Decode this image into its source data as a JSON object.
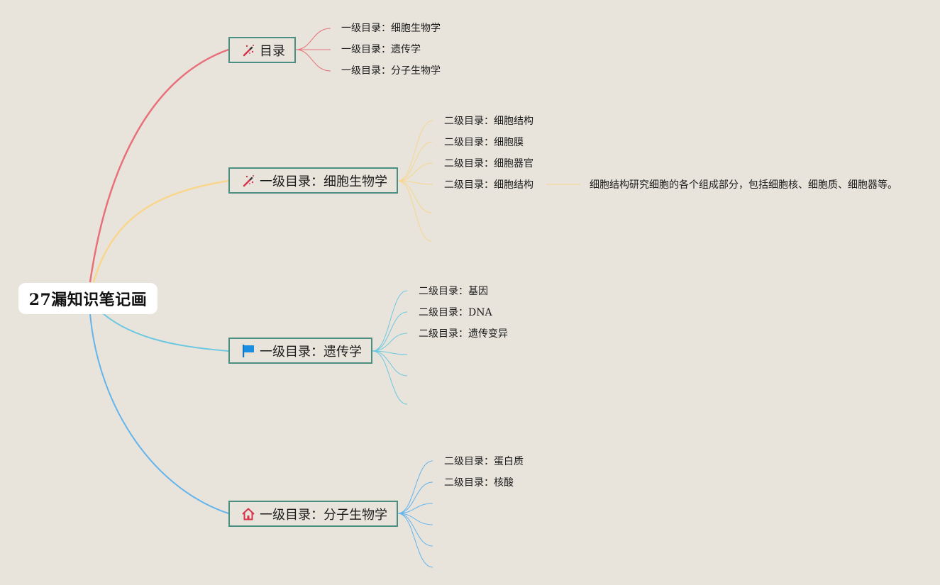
{
  "root": {
    "title": "27漏知识笔记画"
  },
  "colors": {
    "branch_red": "#e8707a",
    "branch_yellow": "#f8d68c",
    "branch_cyan": "#6cc8e0",
    "branch_blue": "#64b4ec",
    "topic_border": "#4a8f82",
    "background": "#e8e4dc"
  },
  "topics": [
    {
      "label": "目录",
      "icon": "magic-wand-icon",
      "children": [
        "一级目录：细胞生物学",
        "一级目录：遗传学",
        "一级目录：分子生物学"
      ]
    },
    {
      "label": "一级目录：细胞生物学",
      "icon": "magic-wand-icon",
      "children": [
        "二级目录：细胞结构",
        "二级目录：细胞膜",
        "二级目录：细胞器官",
        "二级目录：细胞结构"
      ],
      "note": "细胞结构研究细胞的各个组成部分，包括细胞核、细胞质、细胞器等。"
    },
    {
      "label": "一级目录：遗传学",
      "icon": "flag-icon",
      "children": [
        "二级目录：基因",
        "二级目录：DNA",
        "二级目录：遗传变异"
      ]
    },
    {
      "label": "一级目录：分子生物学",
      "icon": "home-icon",
      "children": [
        "二级目录：蛋白质",
        "二级目录：核酸"
      ]
    }
  ]
}
